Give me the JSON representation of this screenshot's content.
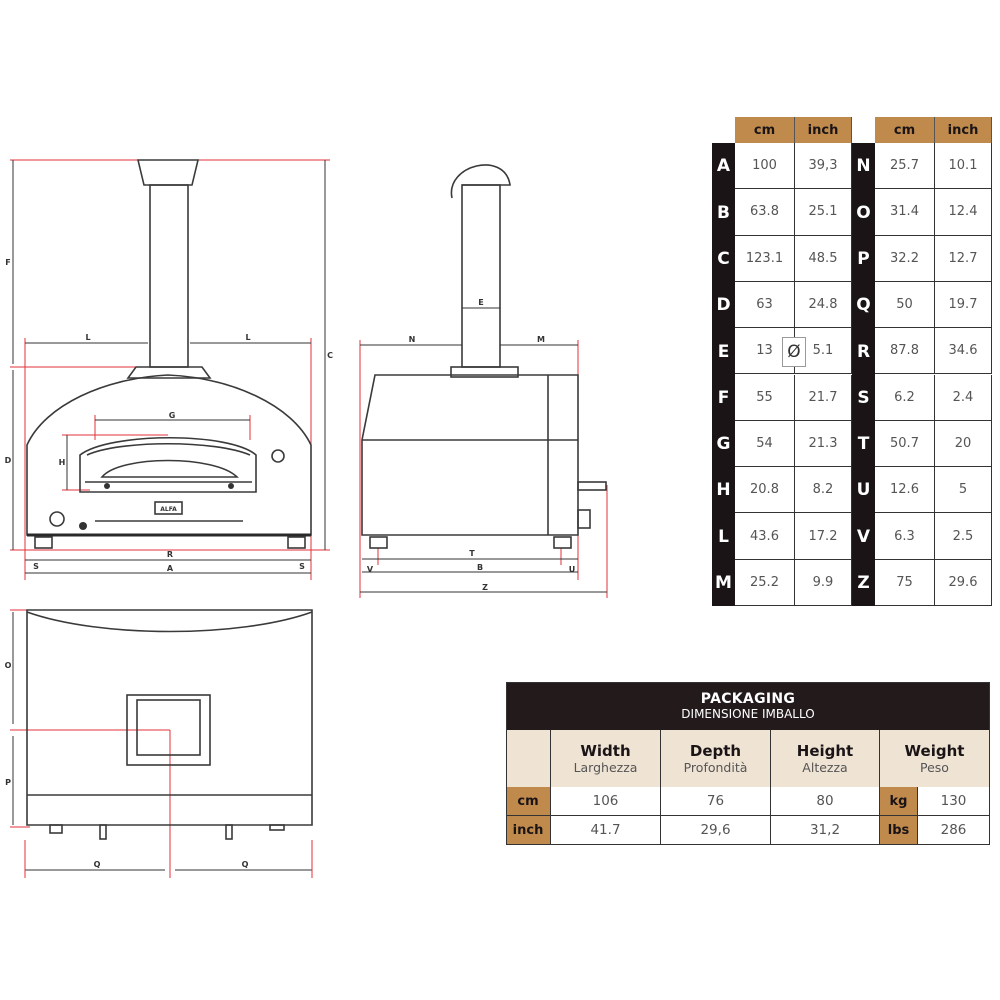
{
  "drawing_labels": {
    "front": {
      "F": "F",
      "C": "C",
      "D": "D",
      "L1": "L",
      "L2": "L",
      "G": "G",
      "H": "H",
      "R": "R",
      "S1": "S",
      "S2": "S",
      "A": "A",
      "logo": "ALFA"
    },
    "side": {
      "N": "N",
      "M": "M",
      "E": "E",
      "T": "T",
      "B": "B",
      "Z": "Z",
      "U": "U",
      "V": "V"
    },
    "top": {
      "O": "O",
      "P": "P",
      "Q1": "Q",
      "Q2": "Q"
    }
  },
  "dimensions_table": {
    "headers": [
      "cm",
      "inch"
    ],
    "diameter_symbol": "Ø",
    "left": [
      {
        "letter": "A",
        "cm": "100",
        "inch": "39,3"
      },
      {
        "letter": "B",
        "cm": "63.8",
        "inch": "25.1"
      },
      {
        "letter": "C",
        "cm": "123.1",
        "inch": "48.5"
      },
      {
        "letter": "D",
        "cm": "63",
        "inch": "24.8"
      },
      {
        "letter": "E",
        "cm": "13",
        "inch": "5.1"
      },
      {
        "letter": "F",
        "cm": "55",
        "inch": "21.7"
      },
      {
        "letter": "G",
        "cm": "54",
        "inch": "21.3"
      },
      {
        "letter": "H",
        "cm": "20.8",
        "inch": "8.2"
      },
      {
        "letter": "L",
        "cm": "43.6",
        "inch": "17.2"
      },
      {
        "letter": "M",
        "cm": "25.2",
        "inch": "9.9"
      }
    ],
    "right": [
      {
        "letter": "N",
        "cm": "25.7",
        "inch": "10.1"
      },
      {
        "letter": "O",
        "cm": "31.4",
        "inch": "12.4"
      },
      {
        "letter": "P",
        "cm": "32.2",
        "inch": "12.7"
      },
      {
        "letter": "Q",
        "cm": "50",
        "inch": "19.7"
      },
      {
        "letter": "R",
        "cm": "87.8",
        "inch": "34.6"
      },
      {
        "letter": "S",
        "cm": "6.2",
        "inch": "2.4"
      },
      {
        "letter": "T",
        "cm": "50.7",
        "inch": "20"
      },
      {
        "letter": "U",
        "cm": "12.6",
        "inch": "5"
      },
      {
        "letter": "V",
        "cm": "6.3",
        "inch": "2.5"
      },
      {
        "letter": "Z",
        "cm": "75",
        "inch": "29.6"
      }
    ]
  },
  "packaging": {
    "title": "PACKAGING",
    "subtitle": "DIMENSIONE IMBALLO",
    "columns": [
      {
        "en": "Width",
        "it": "Larghezza"
      },
      {
        "en": "Depth",
        "it": "Profondità"
      },
      {
        "en": "Height",
        "it": "Altezza"
      },
      {
        "en": "Weight",
        "it": "Peso"
      }
    ],
    "rows": [
      {
        "unit": "cm",
        "values": [
          "106",
          "76",
          "80"
        ],
        "weight_unit": "kg",
        "weight": "130"
      },
      {
        "unit": "inch",
        "values": [
          "41.7",
          "29,6",
          "31,2"
        ],
        "weight_unit": "lbs",
        "weight": "286"
      }
    ]
  },
  "colors": {
    "header_brown": "#c08a4c",
    "dark": "#1a1416",
    "beige": "#efe3d4",
    "dimension_red": "#e2323a"
  }
}
